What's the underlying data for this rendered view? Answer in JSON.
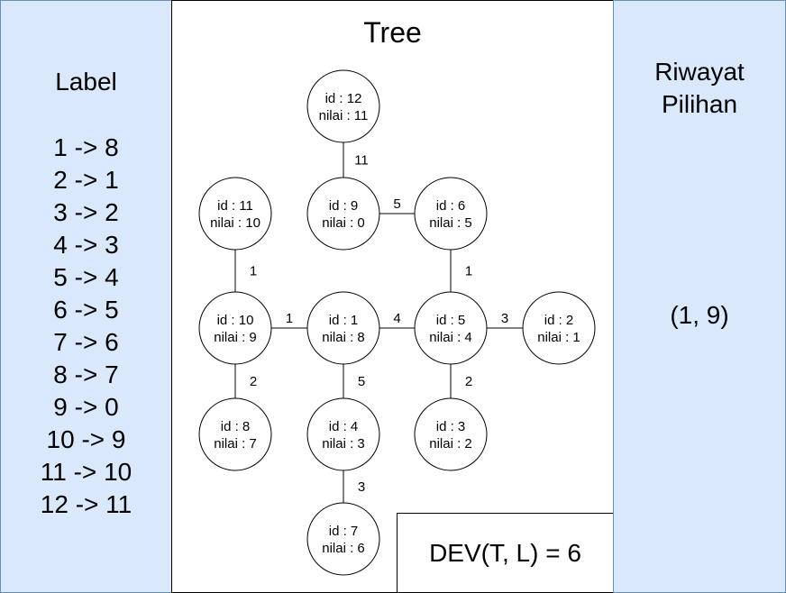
{
  "left_panel": {
    "title": "Label",
    "items": [
      "1 -> 8",
      "2 -> 1",
      "3 -> 2",
      "4 -> 3",
      "5 -> 4",
      "6 -> 5",
      "7 -> 6",
      "8 -> 7",
      "9 -> 0",
      "10 -> 9",
      "11 -> 10",
      "12 -> 11"
    ]
  },
  "center_panel": {
    "title": "Tree",
    "nodes": [
      {
        "key": "n12",
        "id_text": "id : 12",
        "value_text": "nilai : 11"
      },
      {
        "key": "n9",
        "id_text": "id : 9",
        "value_text": "nilai : 0"
      },
      {
        "key": "n6",
        "id_text": "id : 6",
        "value_text": "nilai : 5"
      },
      {
        "key": "n11",
        "id_text": "id : 11",
        "value_text": "nilai : 10"
      },
      {
        "key": "n10",
        "id_text": "id : 10",
        "value_text": "nilai : 9"
      },
      {
        "key": "n1",
        "id_text": "id : 1",
        "value_text": "nilai : 8"
      },
      {
        "key": "n5",
        "id_text": "id : 5",
        "value_text": "nilai : 4"
      },
      {
        "key": "n2",
        "id_text": "id : 2",
        "value_text": "nilai : 1"
      },
      {
        "key": "n8",
        "id_text": "id : 8",
        "value_text": "nilai : 7"
      },
      {
        "key": "n4",
        "id_text": "id : 4",
        "value_text": "nilai : 3"
      },
      {
        "key": "n3",
        "id_text": "id : 3",
        "value_text": "nilai : 2"
      },
      {
        "key": "n7",
        "id_text": "id : 7",
        "value_text": "nilai : 6"
      }
    ],
    "edges": [
      {
        "from": "n12",
        "to": "n9",
        "weight": "11"
      },
      {
        "from": "n9",
        "to": "n6",
        "weight": "5"
      },
      {
        "from": "n6",
        "to": "n5",
        "weight": "1"
      },
      {
        "from": "n11",
        "to": "n10",
        "weight": "1"
      },
      {
        "from": "n10",
        "to": "n1",
        "weight": "1"
      },
      {
        "from": "n1",
        "to": "n5",
        "weight": "4"
      },
      {
        "from": "n5",
        "to": "n2",
        "weight": "3"
      },
      {
        "from": "n10",
        "to": "n8",
        "weight": "2"
      },
      {
        "from": "n1",
        "to": "n4",
        "weight": "5"
      },
      {
        "from": "n5",
        "to": "n3",
        "weight": "2"
      },
      {
        "from": "n4",
        "to": "n7",
        "weight": "3"
      }
    ],
    "dev_text": "DEV(T, L) = 6"
  },
  "right_panel": {
    "title_line1": "Riwayat",
    "title_line2": "Pilihan",
    "value": "(1, 9)"
  }
}
